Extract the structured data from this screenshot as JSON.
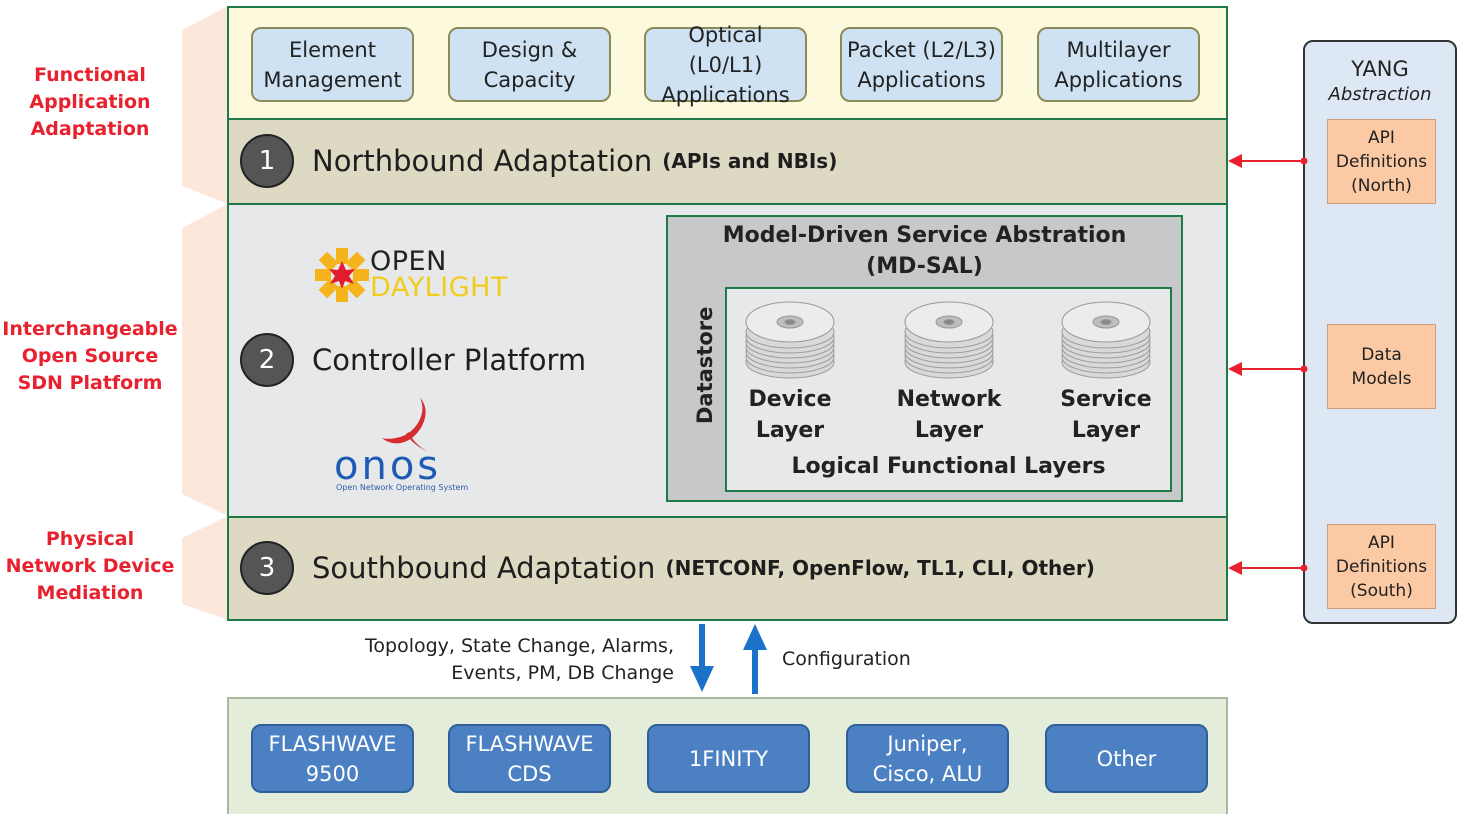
{
  "side_labels": {
    "functional": "Functional\nApplication\nAdaptation",
    "interchangeable": "Interchangeable\nOpen Source\nSDN Platform",
    "physical": "Physical\nNetwork Device\nMediation"
  },
  "applications": [
    {
      "label": "Element\nManagement"
    },
    {
      "label": "Design &\nCapacity"
    },
    {
      "label": "Optical (L0/L1)\nApplications"
    },
    {
      "label": "Packet (L2/L3)\nApplications"
    },
    {
      "label": "Multilayer\nApplications"
    }
  ],
  "northbound": {
    "number": "1",
    "title": "Northbound Adaptation",
    "subtitle": "(APIs and NBIs)"
  },
  "controller": {
    "number": "2",
    "title": "Controller Platform",
    "opendaylight_word1": "OPEN",
    "opendaylight_word2": "DAYLIGHT",
    "onos_word": "onos",
    "onos_caption": "Open Network Operating System"
  },
  "mdsal": {
    "title_line1": "Model-Driven Service Abstration",
    "title_line2": "(MD-SAL)",
    "datastore": "Datastore",
    "layers": [
      {
        "label": "Device\nLayer"
      },
      {
        "label": "Network\nLayer"
      },
      {
        "label": "Service\nLayer"
      }
    ],
    "logical_label": "Logical Functional Layers"
  },
  "southbound": {
    "number": "3",
    "title": "Southbound Adaptation",
    "subtitle": "(NETCONF, OpenFlow, TL1, CLI, Other)"
  },
  "flows": {
    "up_text": "Topology, State Change, Alarms,\nEvents, PM, DB Change",
    "down_text": "Configuration"
  },
  "devices": [
    {
      "label": "FLASHWAVE\n9500"
    },
    {
      "label": "FLASHWAVE\nCDS"
    },
    {
      "label": "1FINITY"
    },
    {
      "label": "Juniper,\nCisco, ALU"
    },
    {
      "label": "Other"
    }
  ],
  "yang": {
    "title": "YANG",
    "subtitle": "Abstraction",
    "notes": [
      {
        "label": "API\nDefinitions\n(North)"
      },
      {
        "label": "Data\nModels"
      },
      {
        "label": "API\nDefinitions\n(South)"
      }
    ]
  },
  "colors": {
    "red_accent": "#e8212e",
    "app_band": "#fdf9dc",
    "adapt_band": "#ddd9c3",
    "platform_band": "#e6e8ea",
    "device_band": "#e3edd9",
    "app_box": "#cfe2f3",
    "device_box": "#4b81c2",
    "yang_panel": "#dde8f4",
    "yang_note": "#fbc9a4",
    "flow_arrow": "#1a73c8",
    "border_green": "#1f7a4a"
  }
}
